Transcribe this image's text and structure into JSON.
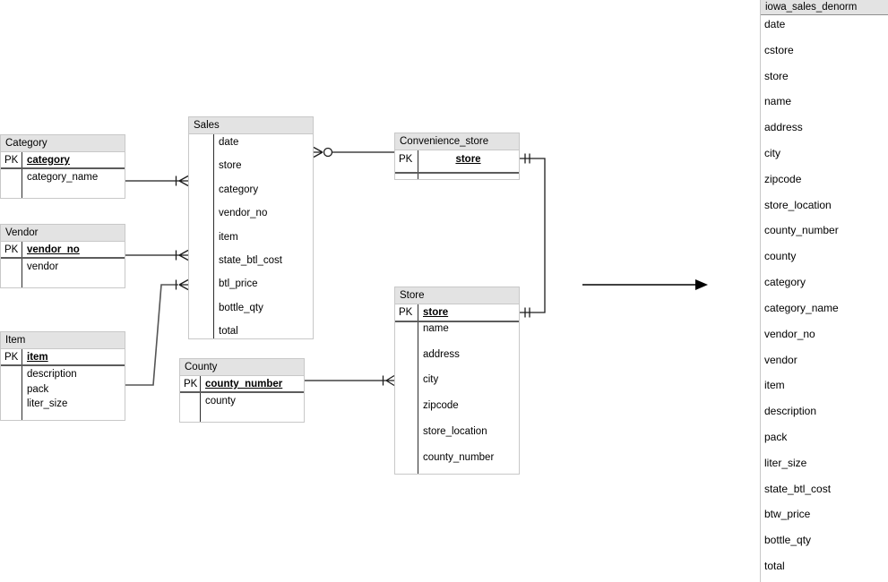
{
  "colors": {
    "header_fill": "#e3e3e3",
    "table_border": "#c8c8c8",
    "pk_divider": "#5c5c5c",
    "line": "#1c1c1c",
    "elbow_line": "#555555"
  },
  "entities": [
    {
      "title": "Category",
      "pk_label": "PK",
      "pk_field": "category",
      "fields": [
        "category_name"
      ]
    },
    {
      "title": "Vendor",
      "pk_label": "PK",
      "pk_field": "vendor_no",
      "fields": [
        "vendor"
      ]
    },
    {
      "title": "Item",
      "pk_label": "PK",
      "pk_field": "item",
      "fields": [
        "description",
        "pack",
        "liter_size"
      ]
    },
    {
      "title": "Sales",
      "pk_label": "",
      "pk_field": "",
      "fields": [
        "date",
        "store",
        "category",
        "vendor_no",
        "item",
        "state_btl_cost",
        "btl_price",
        "bottle_qty",
        "total"
      ]
    },
    {
      "title": "County",
      "pk_label": "PK",
      "pk_field": "county_number",
      "fields": [
        "county"
      ]
    },
    {
      "title": "Convenience_store",
      "pk_label": "PK",
      "pk_field": "store",
      "fields": []
    },
    {
      "title": "Store",
      "pk_label": "PK",
      "pk_field": "store",
      "fields": [
        "name",
        "address",
        "city",
        "zipcode",
        "store_location",
        "county_number"
      ]
    }
  ],
  "denorm_table": {
    "title": "iowa_sales_denorm",
    "fields": [
      "date",
      "cstore",
      "store",
      "name",
      "address",
      "city",
      "zipcode",
      "store_location",
      "county_number",
      "county",
      "category",
      "category_name",
      "vendor_no",
      "vendor",
      "item",
      "description",
      "pack",
      "liter_size",
      "state_btl_cost",
      "btw_price",
      "bottle_qty",
      "total"
    ]
  }
}
